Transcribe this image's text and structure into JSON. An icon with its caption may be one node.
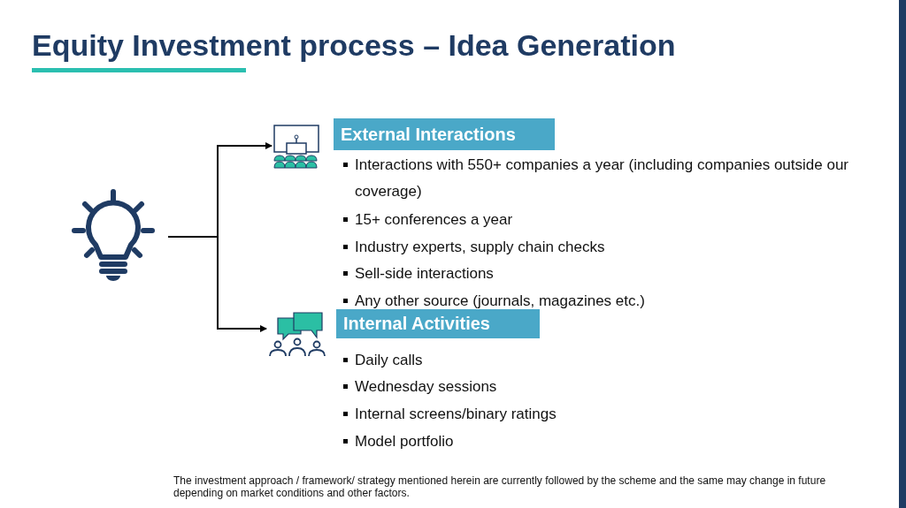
{
  "diagram": {
    "title": "Equity Investment process – Idea Generation",
    "nodes": [
      {
        "text": [],
        "shape": "picture"
      },
      {
        "text": [],
        "shape": "picture"
      },
      {
        "text": [
          "External Interactions"
        ]
      },
      {
        "text": [],
        "shape": "picture"
      },
      {
        "text": [
          "Internal Activities"
        ]
      }
    ],
    "edges": [
      {
        "from": 0,
        "to": 1,
        "arrow": "to"
      },
      {
        "from": 0,
        "to": 3,
        "arrow": "to"
      }
    ],
    "labels": [
      "Interactions with 550+ companies a year (including companies outside our coverage)",
      "15+ conferences a year",
      "Industry experts, supply chain checks",
      "Sell-side interactions",
      "Any other source (journals, magazines etc.)",
      "Daily calls",
      "Wednesday sessions",
      "Internal screens/binary ratings",
      "Model portfolio",
      "The investment approach / framework/ strategy mentioned herein are currently followed by the scheme and the same may change in future depending on market conditions and other factors."
    ]
  }
}
